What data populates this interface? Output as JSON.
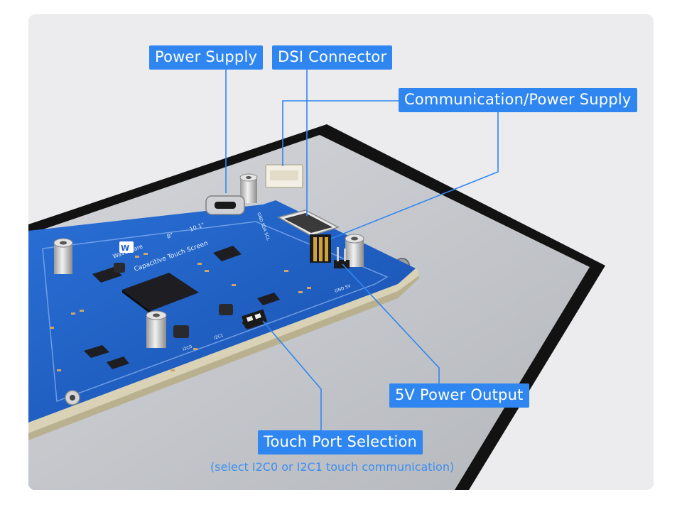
{
  "callouts": {
    "power_supply": "Power Supply",
    "dsi_connector": "DSI Connector",
    "comm_power": "Communication/Power Supply",
    "five_v_output": "5V Power Output",
    "touch_port": "Touch Port Selection",
    "touch_port_note": "(select I2C0 or I2C1 touch communication)"
  },
  "board_print": {
    "brand": "Waveshare",
    "product": "Capacitive Touch Screen",
    "size_a": "10.1\"",
    "size_b": "8\"",
    "pins_a": "GND SDA SCL",
    "pins_b": "GND 5V",
    "i2c0": "I2C0",
    "i2c1": "I2C1"
  },
  "colors": {
    "callout_bg": "#2f86f0",
    "callout_text": "#ffffff",
    "pcb": "#1c5fc7",
    "bezel": "#111111",
    "panel": "#c4c7cc",
    "backdrop": "#ececee"
  }
}
